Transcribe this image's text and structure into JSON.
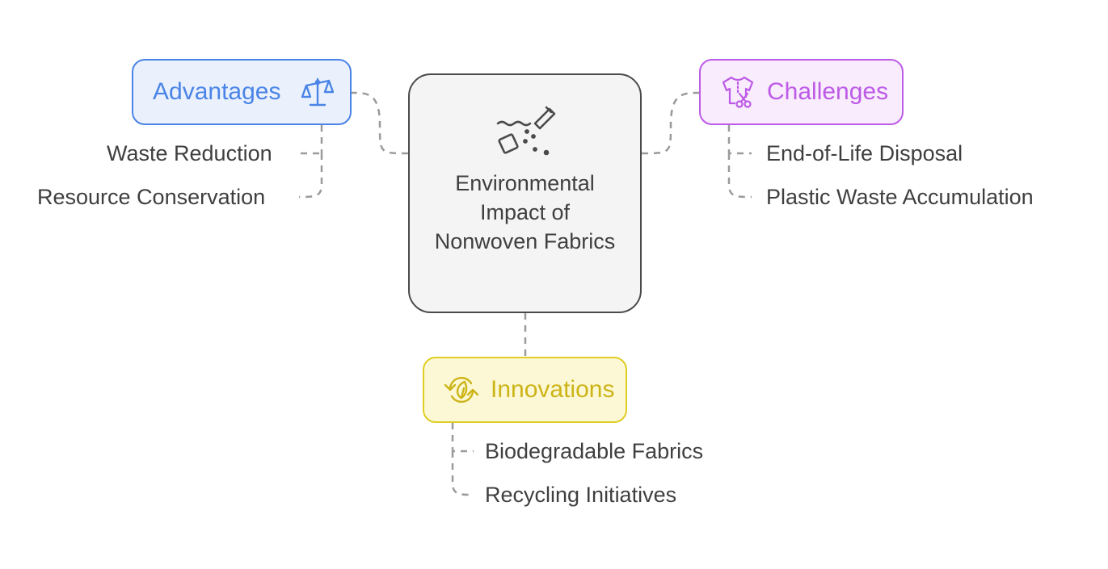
{
  "center": {
    "title": "Environmental Impact of Nonwoven Fabrics",
    "icon": "pollution-icon"
  },
  "branches": {
    "advantages": {
      "label": "Advantages",
      "icon": "scales-icon",
      "color": "#4a84e6",
      "fill": "#eaf1fd",
      "items": [
        "Waste Reduction",
        "Resource Conservation"
      ]
    },
    "challenges": {
      "label": "Challenges",
      "icon": "garment-scissors-icon",
      "color": "#bd5ae6",
      "fill": "#f8ecfd",
      "items": [
        "End-of-Life Disposal",
        "Plastic Waste Accumulation"
      ]
    },
    "innovations": {
      "label": "Innovations",
      "icon": "recycle-leaf-icon",
      "color": "#e0cd24",
      "fill": "#fcf8d5",
      "items": [
        "Biodegradable Fabrics",
        "Recycling Initiatives"
      ]
    }
  },
  "connector_color": "#9a9a9a"
}
